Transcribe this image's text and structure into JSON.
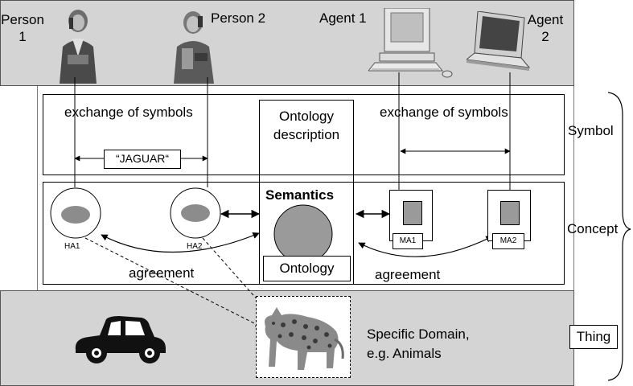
{
  "actors": {
    "person1": "Person\n1",
    "person2": "Person 2",
    "agent1": "Agent 1",
    "agent2": "Agent\n2"
  },
  "symbol_level": {
    "exchange_left": "exchange of symbols",
    "exchange_right": "exchange of symbols",
    "jaguar_word": "“JAGUAR“",
    "ontology_description": "Ontology\ndescription"
  },
  "concept_level": {
    "semantics": "Semantics",
    "ontology": "Ontology",
    "ha1": "HA1",
    "ha2": "HA2",
    "ma1": "MA1",
    "ma2": "MA2",
    "agreement_left": "agreement",
    "agreement_right": "agreement"
  },
  "thing_level": {
    "domain": "Specific Domain,\ne.g. Animals"
  },
  "levels": {
    "symbol": "Symbol",
    "concept": "Concept",
    "thing": "Thing"
  },
  "colors": {
    "band": "#d4d4d4",
    "semantics_circle": "#9a9a9a",
    "blob": "#8c8c8c"
  }
}
